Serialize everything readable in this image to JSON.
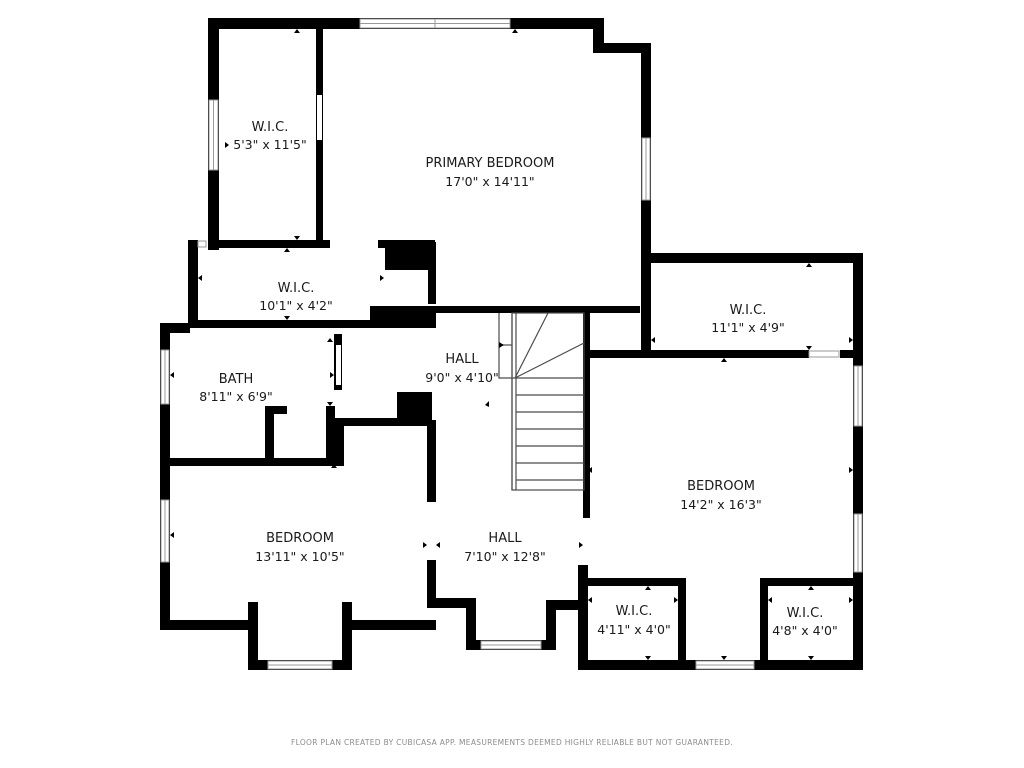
{
  "rooms": [
    {
      "name": "W.I.C.",
      "dims": "5'3\" x 11'5\""
    },
    {
      "name": "PRIMARY BEDROOM",
      "dims": "17'0\" x 14'11\""
    },
    {
      "name": "W.I.C.",
      "dims": "10'1\" x 4'2\""
    },
    {
      "name": "HALL",
      "dims": "9'0\" x 4'10\""
    },
    {
      "name": "W.I.C.",
      "dims": "11'1\" x 4'9\""
    },
    {
      "name": "BATH",
      "dims": "8'11\" x 6'9\""
    },
    {
      "name": "BEDROOM",
      "dims": "14'2\" x 16'3\""
    },
    {
      "name": "BEDROOM",
      "dims": "13'11\" x 10'5\""
    },
    {
      "name": "HALL",
      "dims": "7'10\" x 12'8\""
    },
    {
      "name": "W.I.C.",
      "dims": "4'11\" x 4'0\""
    },
    {
      "name": "W.I.C.",
      "dims": "4'8\" x 4'0\""
    }
  ],
  "footer": "FLOOR PLAN CREATED BY CUBICASA APP. MEASUREMENTS DEEMED HIGHLY RELIABLE BUT NOT GUARANTEED."
}
